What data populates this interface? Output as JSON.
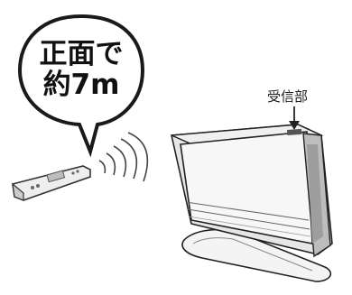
{
  "speech_bubble": {
    "line1": "正面で",
    "line2": "約7m"
  },
  "receiver_label": "受信部",
  "icons": {
    "remote": "remote-control-icon",
    "signal": "signal-waves-icon",
    "unit": "air-conditioner-unit-icon",
    "arrow": "arrow-down-icon"
  },
  "colors": {
    "outline": "#222222",
    "unit_body": "#d9d9d9",
    "unit_front": "#f4f4f4"
  }
}
